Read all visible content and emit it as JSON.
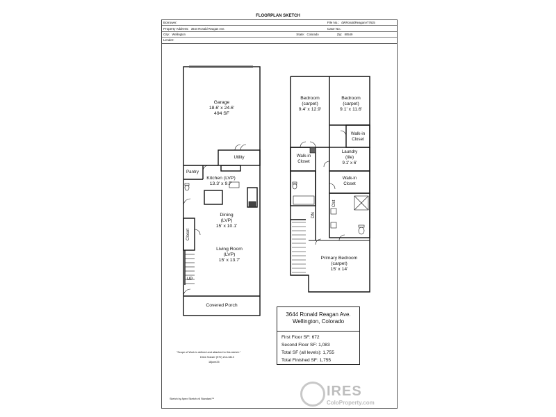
{
  "sheet": {
    "title": "FLOORPLAN SKETCH",
    "borrower_label": "Borrower:",
    "borrower_value": "",
    "file_label": "File No.:",
    "file_value": "dWRonaldReaganAT7625",
    "address_label": "Property Address:",
    "address_value": "3644 Ronald Reagan Ave.",
    "case_label": "Case No.:",
    "case_value": "",
    "city_label": "City:",
    "city_value": "Wellington",
    "state_label": "State:",
    "state_value": "Colorado",
    "zip_label": "Zip:",
    "zip_value": "80549",
    "lender_label": "Lender:",
    "lender_value": ""
  },
  "first_floor": {
    "garage": {
      "name": "Garage",
      "dims": "18.6' x 24.6'",
      "area": "494 SF"
    },
    "utility": "Utility",
    "pantry": "Pantry",
    "kitchen": {
      "name": "Kitchen  (LVP)",
      "dims": "13.3' x 9.7'"
    },
    "dining": {
      "name": "Dining",
      "floor": "(LVP)",
      "dims": "15' x 10.1'"
    },
    "closet": "Closet",
    "living": {
      "name": "Living Room",
      "floor": "(LVP)",
      "dims": "15' x 13.7'"
    },
    "up": "UP",
    "porch": "Covered Porch"
  },
  "second_floor": {
    "bedroom1": {
      "name": "Bedroom",
      "floor": "(carpet)",
      "dims": "9.4' x 12.9'"
    },
    "bedroom2": {
      "name": "Bedroom",
      "floor": "(carpet)",
      "dims": "9.1' x 11.6'"
    },
    "walkin_closet_a": {
      "line1": "Walk-in",
      "line2": "Closet"
    },
    "walkin_closet_b": {
      "line1": "Walk-in",
      "line2": "Closet"
    },
    "laundry": {
      "name": "Laundry",
      "floor": "(tile)",
      "dims": "9.1' x 6'"
    },
    "walkin_closet_c": {
      "line1": "Walk-in",
      "line2": "Closet"
    },
    "dn": "DN",
    "clst": "Clst",
    "primary": {
      "name": "Primary Bedroom",
      "floor": "(carpet)",
      "dims": "15' x 14'"
    }
  },
  "summary": {
    "address_line1": "3644 Ronald Reagan Ave.",
    "address_line2": "Wellington, Colorado",
    "first_floor": "First Floor SF: 672",
    "second_floor": "Second Floor SF: 1,083",
    "total_all": "Total SF (all levels): 1,755",
    "total_finished": "Total Finished SF: 1,755"
  },
  "notes": {
    "scope": "\"Scope of Work is defined and attached to this sketch.\"",
    "name": "Drew Sosser",
    "phone": "(970) 214-3413",
    "date": "18june25",
    "footer": "Sketch by Apex Sketch v6 Standard™"
  },
  "watermark": {
    "brand": "IRES",
    "site": "ColoProperty.com"
  }
}
